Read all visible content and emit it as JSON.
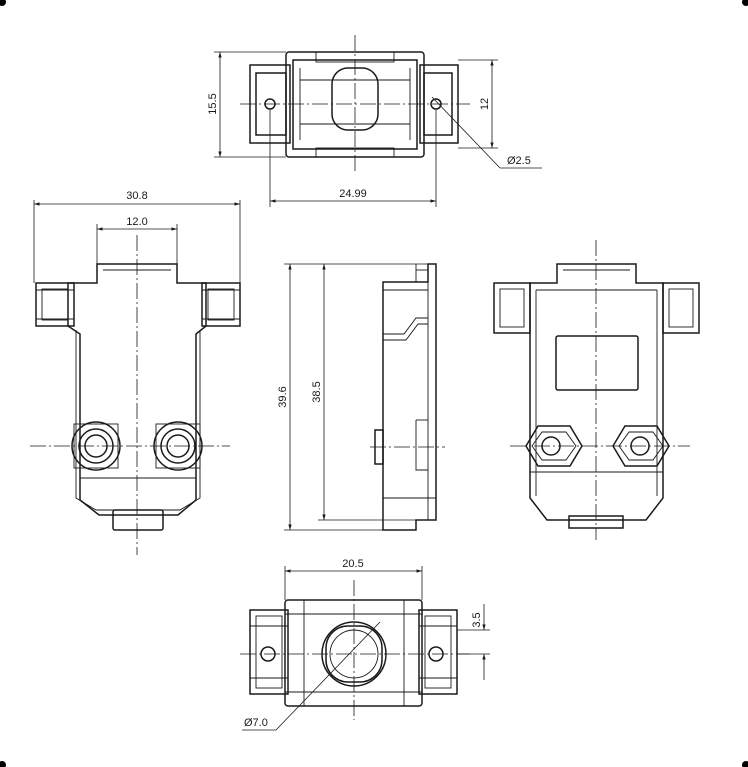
{
  "dimensions": {
    "top_height": "15.5",
    "top_inner_height": "12",
    "top_hole_dia": "Ø2.5",
    "top_hole_spacing": "24.99",
    "front_width": "30.8",
    "front_inner_width": "12.0",
    "side_height": "39.6",
    "side_inner_height": "38.5",
    "bottom_width": "20.5",
    "bottom_offset": "3.5",
    "bottom_port_dia": "Ø7.0"
  }
}
